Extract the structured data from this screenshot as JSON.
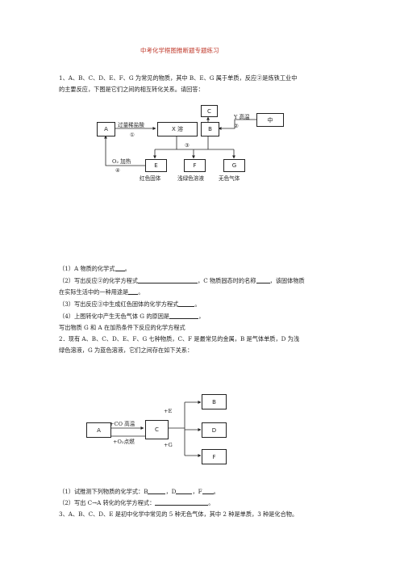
{
  "title": "中考化学框图推断题专题练习",
  "q1": {
    "intro_1": "1、A、B、C、D、E、F、G 为常见的物质，其中 B、E、G 属于单质，反应②是炼铁工业中",
    "intro_2": "的主要反应，下图是它们之间的相互转化关系。请回答：",
    "diagram": {
      "boxes": {
        "A": "A",
        "X": "X 溶",
        "B": "B",
        "C": "C",
        "zhong": "中",
        "E": "E",
        "F": "F",
        "G": "G"
      },
      "labels": {
        "acid": "过量稀盐酸",
        "r1": "①",
        "y_high_temp": "Y 高温",
        "r2": "②",
        "r3": "③",
        "o2_heat": "O₂ 加热",
        "r4": "④",
        "e_desc": "红色固体",
        "f_desc": "浅绿色溶液",
        "g_desc": "无色气体"
      }
    },
    "q_1": "（1）A 物质的化学式",
    "q_1_end": "。",
    "q_2a": "（2）写出反应②的化学方程式",
    "q_2b": "，C 物质固态时的名称",
    "q_2c": "，该固体物质",
    "q_2d": "在实际生活中的一种用途是",
    "q_2e": "。",
    "q_3": "（3）写出反应③中生成红色固体的化学方程式",
    "q_3_end": "。",
    "q_4": "（4）上图转化中产生无色气体 G 的原因是",
    "q_4_end": "，",
    "q_5": "写出物质 G 和 A 在加热条件下反应的化学方程式"
  },
  "q2": {
    "intro_1": "2．现有 A、B、C、D、E、F、G 七种物质，C、F 是最常见的金属，B 是气体单质，D 为浅",
    "intro_2": "绿色溶液，G 为蓝色溶液，它们之间存在如下关系：",
    "diagram": {
      "boxes": {
        "A": "A",
        "C": "C",
        "B": "B",
        "D": "D",
        "F": "F"
      },
      "labels": {
        "co_high": "+CO 高温",
        "o2_ign": "+O₂点燃",
        "plus_e": "+E",
        "plus_g": "+G"
      }
    },
    "q_1a": "（1）试推测下列物质的化学式：B",
    "q_1b": "，D",
    "q_1c": "，F",
    "q_1d": "。",
    "q_2": "（2）写出 C→A 转化的化学方程式：",
    "q_2_end": "。"
  },
  "q3": {
    "intro_1": "3、A、B、C、D、E 是初中化学中常见的 5 种无色气体，其中 2 种是单质，3 种是化合物。"
  }
}
